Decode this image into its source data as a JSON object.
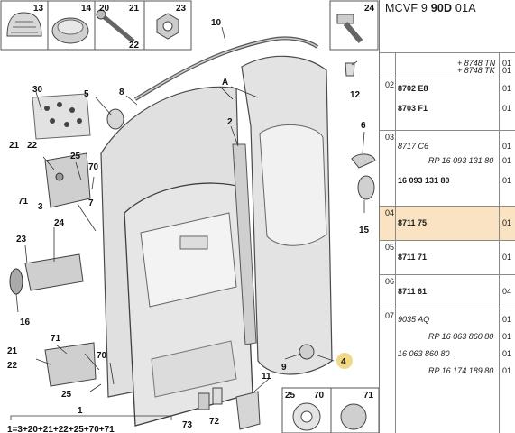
{
  "title": {
    "prefix": "MCVF 9 ",
    "bold": "90D",
    "suffix": " 01A"
  },
  "thumbs_top": [
    "13",
    "14",
    "20",
    "21",
    "22",
    "23",
    "24"
  ],
  "labels": {
    "c1": "1",
    "c2": "2",
    "c3": "3",
    "c4": "4",
    "c5": "5",
    "c6": "6",
    "c7": "7",
    "c8": "8",
    "c9": "9",
    "c10": "10",
    "c11": "11",
    "c12": "12",
    "c15": "15",
    "c16": "16",
    "c21a": "21",
    "c22a": "22",
    "c23": "23",
    "c24": "24",
    "c25a": "25",
    "c70a": "70",
    "c71a": "71",
    "c21b": "21",
    "c22b": "22",
    "c71b": "71",
    "c25b": "25",
    "c70b": "70",
    "c30": "30",
    "cA": "A",
    "c72": "72",
    "c73": "73",
    "formula": "1=3+20+21+22+25+70+71"
  },
  "thumbs_bottom": [
    "25",
    "70",
    "71"
  ],
  "parts_rows": [
    {
      "idx": "",
      "lines": [
        {
          "ref": "+ 8748 TN",
          "style": "i",
          "qty": "01"
        },
        {
          "ref": "+ 8748 TK",
          "style": "i",
          "qty": "01"
        }
      ],
      "highlight": false
    },
    {
      "idx": "02",
      "lines": [
        {
          "ref": "8702 E8",
          "style": "b",
          "qty": "01"
        },
        {
          "ref": "8703 F1",
          "style": "b",
          "qty": "01"
        }
      ],
      "highlight": false
    },
    {
      "idx": "03",
      "lines": [
        {
          "ref": "8717 C6",
          "style": "i",
          "qty": "01"
        },
        {
          "ref": "RP 16 093 131 80",
          "style": "i",
          "qty": "01"
        },
        {
          "ref": "16 093 131 80",
          "style": "b",
          "qty": "01"
        }
      ],
      "highlight": false
    },
    {
      "idx": "04",
      "lines": [
        {
          "ref": "8711 75",
          "style": "b",
          "qty": "01"
        }
      ],
      "highlight": true
    },
    {
      "idx": "05",
      "lines": [
        {
          "ref": "8711 71",
          "style": "b",
          "qty": "01"
        }
      ],
      "highlight": false
    },
    {
      "idx": "06",
      "lines": [
        {
          "ref": "8711 61",
          "style": "b",
          "qty": "04"
        }
      ],
      "highlight": false
    },
    {
      "idx": "07",
      "lines": [
        {
          "ref": "9035 AQ",
          "style": "i",
          "qty": "01"
        },
        {
          "ref": "RP 16 063 860 80",
          "style": "i",
          "qty": "01"
        },
        {
          "ref": "16 063 860 80",
          "style": "i",
          "qty": "01"
        },
        {
          "ref": "RP 16 174 189 80",
          "style": "i",
          "qty": "01"
        }
      ],
      "highlight": false
    }
  ]
}
